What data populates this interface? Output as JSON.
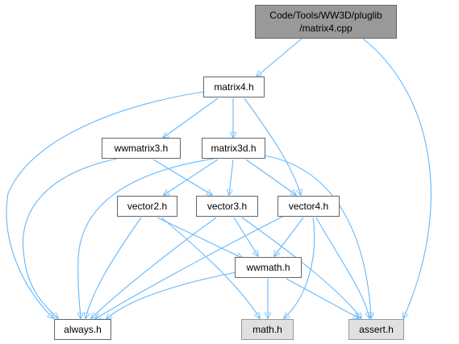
{
  "nodes": {
    "root_line1": "Code/Tools/WW3D/pluglib",
    "root_line2": "/matrix4.cpp",
    "matrix4_h": "matrix4.h",
    "wwmatrix3_h": "wwmatrix3.h",
    "matrix3d_h": "matrix3d.h",
    "vector2_h": "vector2.h",
    "vector3_h": "vector3.h",
    "vector4_h": "vector4.h",
    "wwmath_h": "wwmath.h",
    "always_h": "always.h",
    "math_h": "math.h",
    "assert_h": "assert.h"
  },
  "colors": {
    "edge": "#63b8ff",
    "root_fill": "#999999",
    "system_fill": "#e0e0e0",
    "border": "#666666"
  }
}
